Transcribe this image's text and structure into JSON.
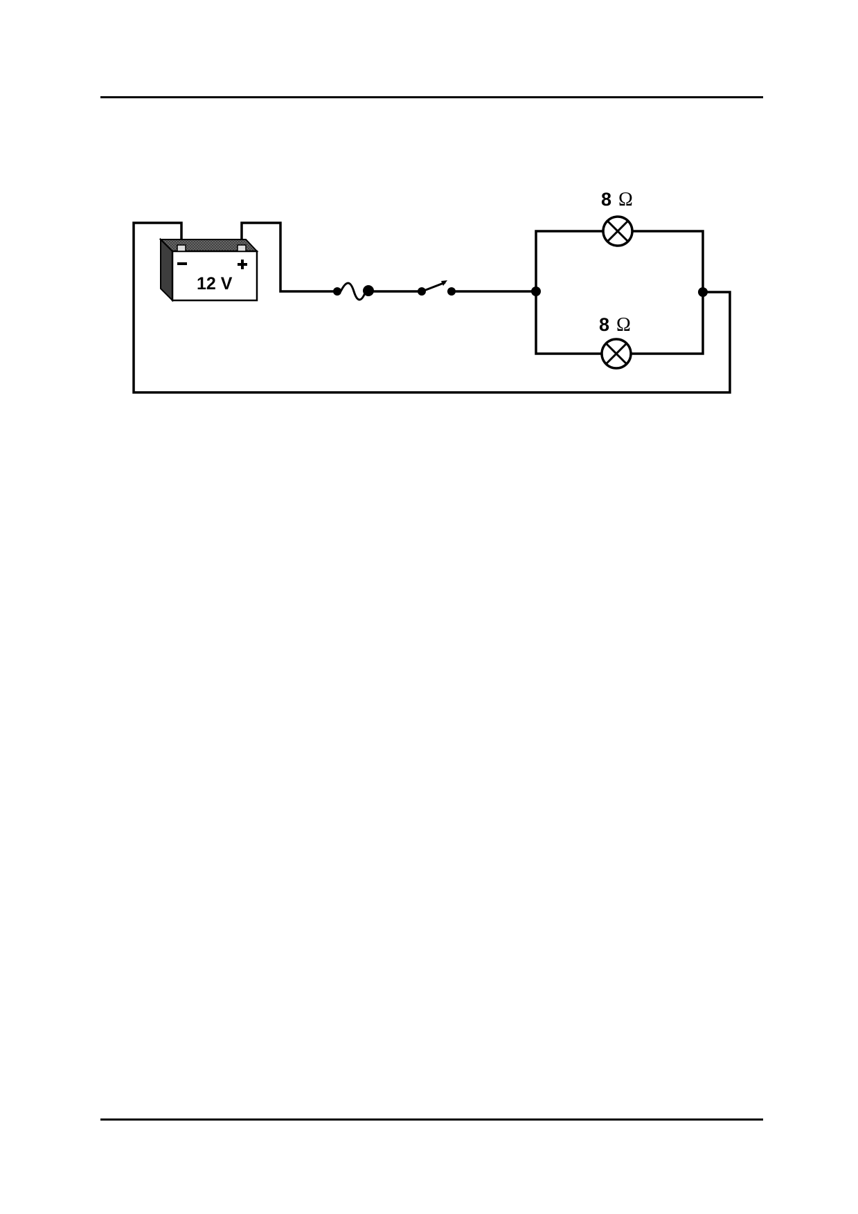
{
  "battery": {
    "voltage_label": "12 V",
    "negative_symbol": "−",
    "positive_symbol": "+"
  },
  "lamps": [
    {
      "resistance_value": "8",
      "unit": "Ω"
    },
    {
      "resistance_value": "8",
      "unit": "Ω"
    }
  ],
  "components": {
    "fuse_icon": "fuse-icon",
    "switch_icon": "open-switch-icon",
    "lamp_icon": "lamp-icon",
    "battery_icon": "battery-icon"
  },
  "colors": {
    "wire": "#000000",
    "battery_top": "#555555",
    "battery_side": "#444444"
  }
}
